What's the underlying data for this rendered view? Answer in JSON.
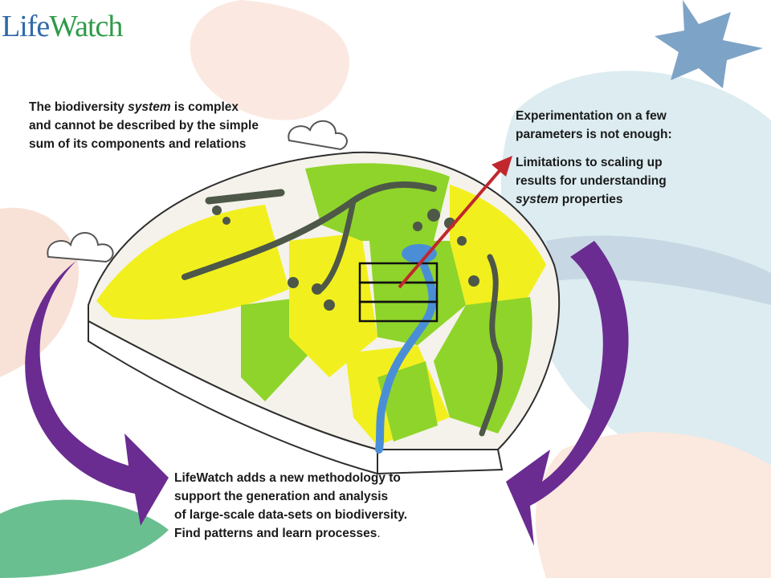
{
  "logo": {
    "part1": "Life",
    "part2": "Watch"
  },
  "top_left_text": {
    "line1_pre": "The biodiversity ",
    "line1_em": "system",
    "line1_post": " is complex",
    "line2": "and cannot be described by the simple",
    "line3": "sum of its components and relations"
  },
  "top_right_text": {
    "line1": "Experimentation on a few",
    "line2": "parameters is not enough:",
    "line3": "Limitations to scaling up",
    "line4": "results for understanding",
    "line5_em": "system",
    "line5_post": " properties"
  },
  "bottom_text": {
    "line1": "LifeWatch adds a new methodology to",
    "line2": "support the generation and analysis",
    "line3": "of large-scale data-sets on biodiversity.",
    "line4": "Find patterns and learn processes",
    "line4_end": "."
  },
  "colors": {
    "arrow_purple": "#6a2c91",
    "arrow_red": "#c0282d",
    "field_yellow": "#f2ef1e",
    "field_green": "#8fd42a",
    "river_blue": "#4a8fd6",
    "road_gray": "#4d5848",
    "bg_blue": "#dcecf2",
    "bg_pink": "#fbe6dc",
    "bg_green": "#5fb88a"
  }
}
